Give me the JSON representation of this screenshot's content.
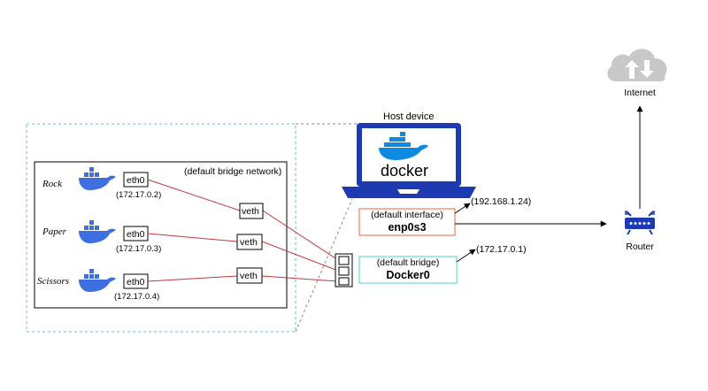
{
  "host": {
    "title": "Host device",
    "logo_text": "docker"
  },
  "internet": {
    "label": "Internet"
  },
  "router": {
    "label": "Router"
  },
  "bridge_network": {
    "label": "(default bridge network)"
  },
  "containers": [
    {
      "name": "Rock",
      "iface": "eth0",
      "ip": "(172.17.0.2)"
    },
    {
      "name": "Paper",
      "iface": "eth0",
      "ip": "(172.17.0.3)"
    },
    {
      "name": "Scissors",
      "iface": "eth0",
      "ip": "(172.17.0.4)"
    }
  ],
  "veths": [
    "veth",
    "veth",
    "veth"
  ],
  "default_interface": {
    "caption": "(default interface)",
    "name": "enp0s3",
    "ip": "(192.168.1.24)",
    "color": "#e8643c"
  },
  "default_bridge": {
    "caption": "(default bridge)",
    "name": "Docker0",
    "ip": "(172.17.0.1)",
    "color": "#49d0d6"
  },
  "colors": {
    "docker_blue": "#3d6fe0",
    "laptop_blue": "#1d3ab2",
    "veth_link": "#c0393b",
    "dashed_border": "#70b8cf"
  }
}
